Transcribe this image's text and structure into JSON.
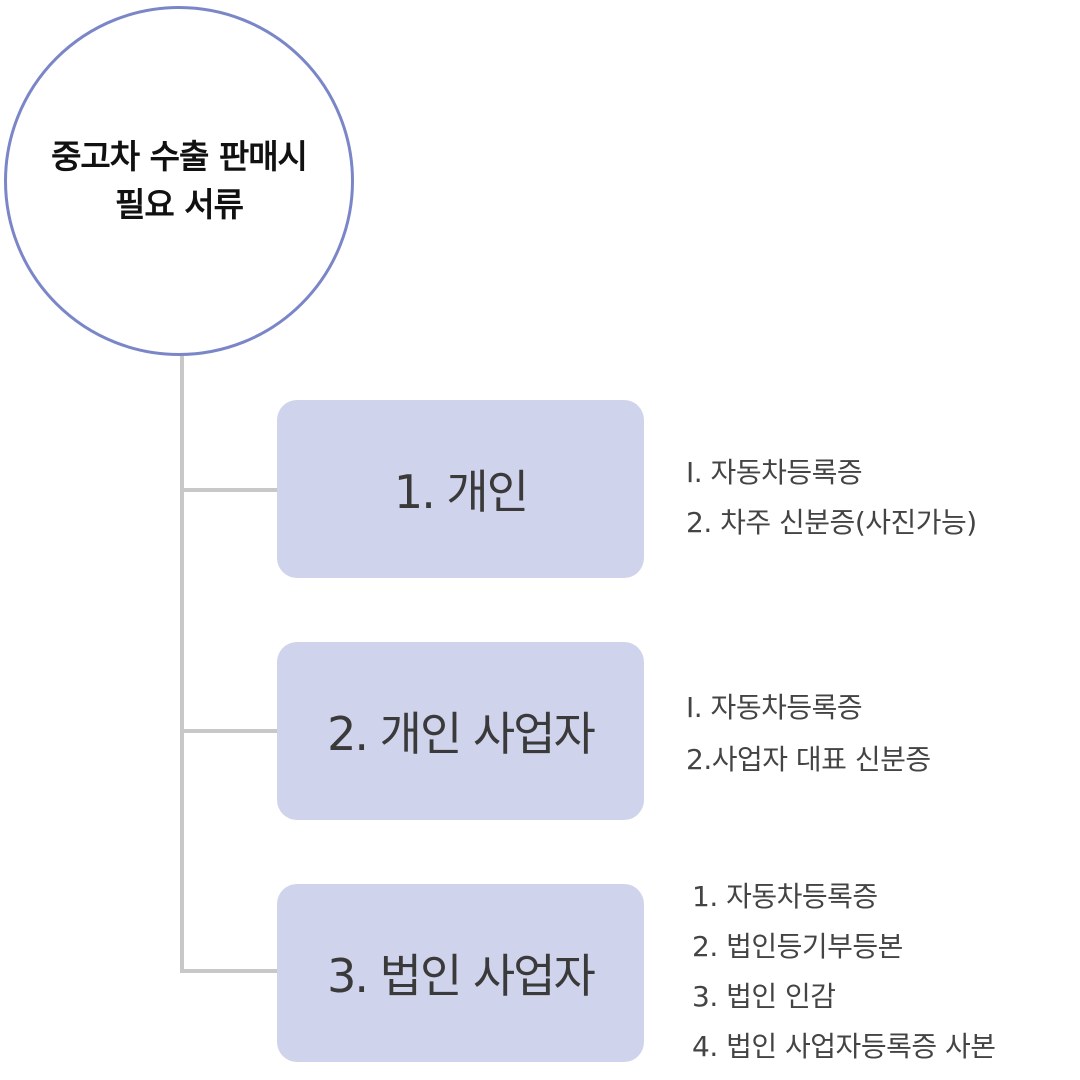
{
  "root": {
    "title_line1": "중고차 수출 판매시",
    "title_line2": "필요 서류"
  },
  "categories": [
    {
      "label": "1. 개인",
      "documents": [
        "I. 자동차등록증",
        "2. 차주 신분증(사진가능)"
      ]
    },
    {
      "label": "2. 개인 사업자",
      "documents": [
        "I. 자동차등록증",
        "2.사업자 대표 신분증"
      ]
    },
    {
      "label": "3. 법인 사업자",
      "documents": [
        "1. 자동차등록증",
        "2. 법인등기부등본",
        "3. 법인 인감",
        "4. 법인 사업자등록증 사본"
      ]
    }
  ],
  "colors": {
    "circle_border": "#7b86c8",
    "box_fill": "#d0d3ec",
    "connector": "#c8c8c8"
  }
}
